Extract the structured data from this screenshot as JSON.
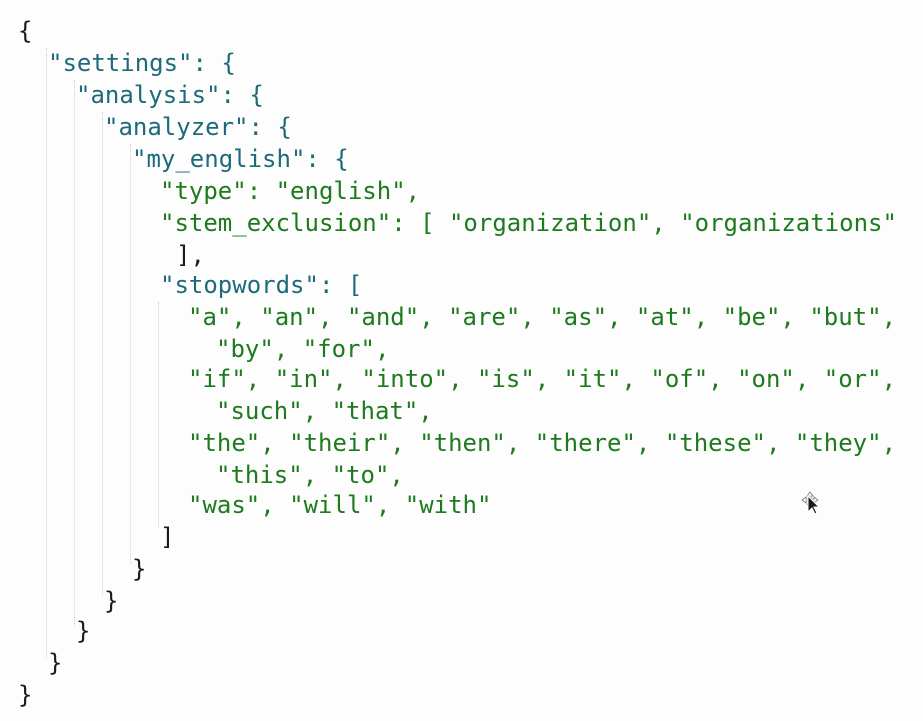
{
  "lines": [
    "{",
    "\"settings\": {",
    "\"analysis\": {",
    "\"analyzer\": {",
    "\"my_english\": {",
    "\"type\": \"english\",",
    "\"stem_exclusion\": [ \"organization\", \"organizations\"",
    "],",
    "\"stopwords\": [",
    "\"a\", \"an\", \"and\", \"are\", \"as\", \"at\", \"be\", \"but\",",
    "\"by\", \"for\",",
    "\"if\", \"in\", \"into\", \"is\", \"it\", \"of\", \"on\", \"or\",",
    "\"such\", \"that\",",
    "\"the\", \"their\", \"then\", \"there\", \"these\", \"they\",",
    "\"this\", \"to\",",
    "\"was\", \"will\", \"with\"",
    "]",
    "}",
    "}",
    "}",
    "}",
    "}"
  ],
  "cursor_icon": "move-cursor-icon"
}
